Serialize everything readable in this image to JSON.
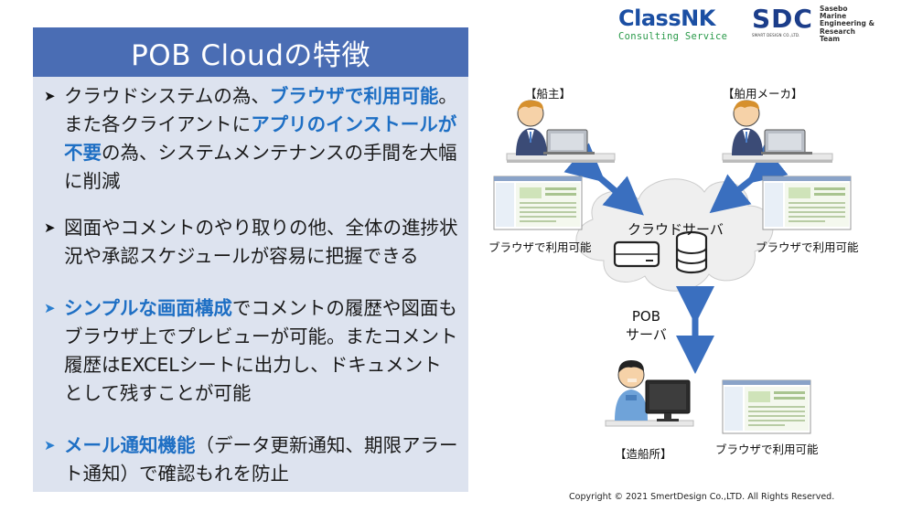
{
  "title": "POB Cloudの特徴",
  "bullets": [
    {
      "arrow_color": "black",
      "parts": [
        {
          "t": "クラウドシステムの為、",
          "hl": false
        },
        {
          "t": "ブラウザで利用可能",
          "hl": true
        },
        {
          "t": "。また各クライアントに",
          "hl": false
        },
        {
          "t": "アプリのインストールが不要",
          "hl": true
        },
        {
          "t": "の為、システムメンテナンスの手間を大幅に削減",
          "hl": false
        }
      ]
    },
    {
      "arrow_color": "black",
      "parts": [
        {
          "t": "図面やコメントのやり取りの他、全体の進捗状況や承認スケジュールが容易に把握できる",
          "hl": false
        }
      ]
    },
    {
      "arrow_color": "blue",
      "parts": [
        {
          "t": "シンプルな画面構成",
          "hl": true
        },
        {
          "t": "でコメントの履歴や図面もブラウザ上でプレビューが可能。またコメント履歴はEXCELシートに出力し、ドキュメントとして残すことが可能",
          "hl": false
        }
      ]
    },
    {
      "arrow_color": "blue",
      "parts": [
        {
          "t": "メール通知機能",
          "hl": true
        },
        {
          "t": "（データ更新通知、期限アラート通知）で確認もれを防止",
          "hl": false
        }
      ]
    }
  ],
  "logos": {
    "classnk_main": "ClassNK",
    "classnk_sub": "Consulting Service",
    "sdc_letters": "SDC",
    "sdc_sub": "SMART DESIGN CO.,LTD.",
    "sdc_lines": [
      "Sasebo",
      "Marine",
      "Engineering & Research",
      "Team"
    ]
  },
  "diagram": {
    "owner_label": "【船主】",
    "maker_label": "【舶用メーカ】",
    "shipyard_label": "【造船所】",
    "browser_label_owner": "ブラウザで利用可能",
    "browser_label_maker": "ブラウザで利用可能",
    "browser_label_shipyard": "ブラウザで利用可能",
    "cloud_label": "クラウドサーバ",
    "pob_line1": "POB",
    "pob_line2": "サーバ",
    "arrow_color": "#3a6fbf",
    "cloud_color": "#efefef"
  },
  "copyright": "Copyright © 2021 SmertDesign Co.,LTD. All Rights Reserved."
}
